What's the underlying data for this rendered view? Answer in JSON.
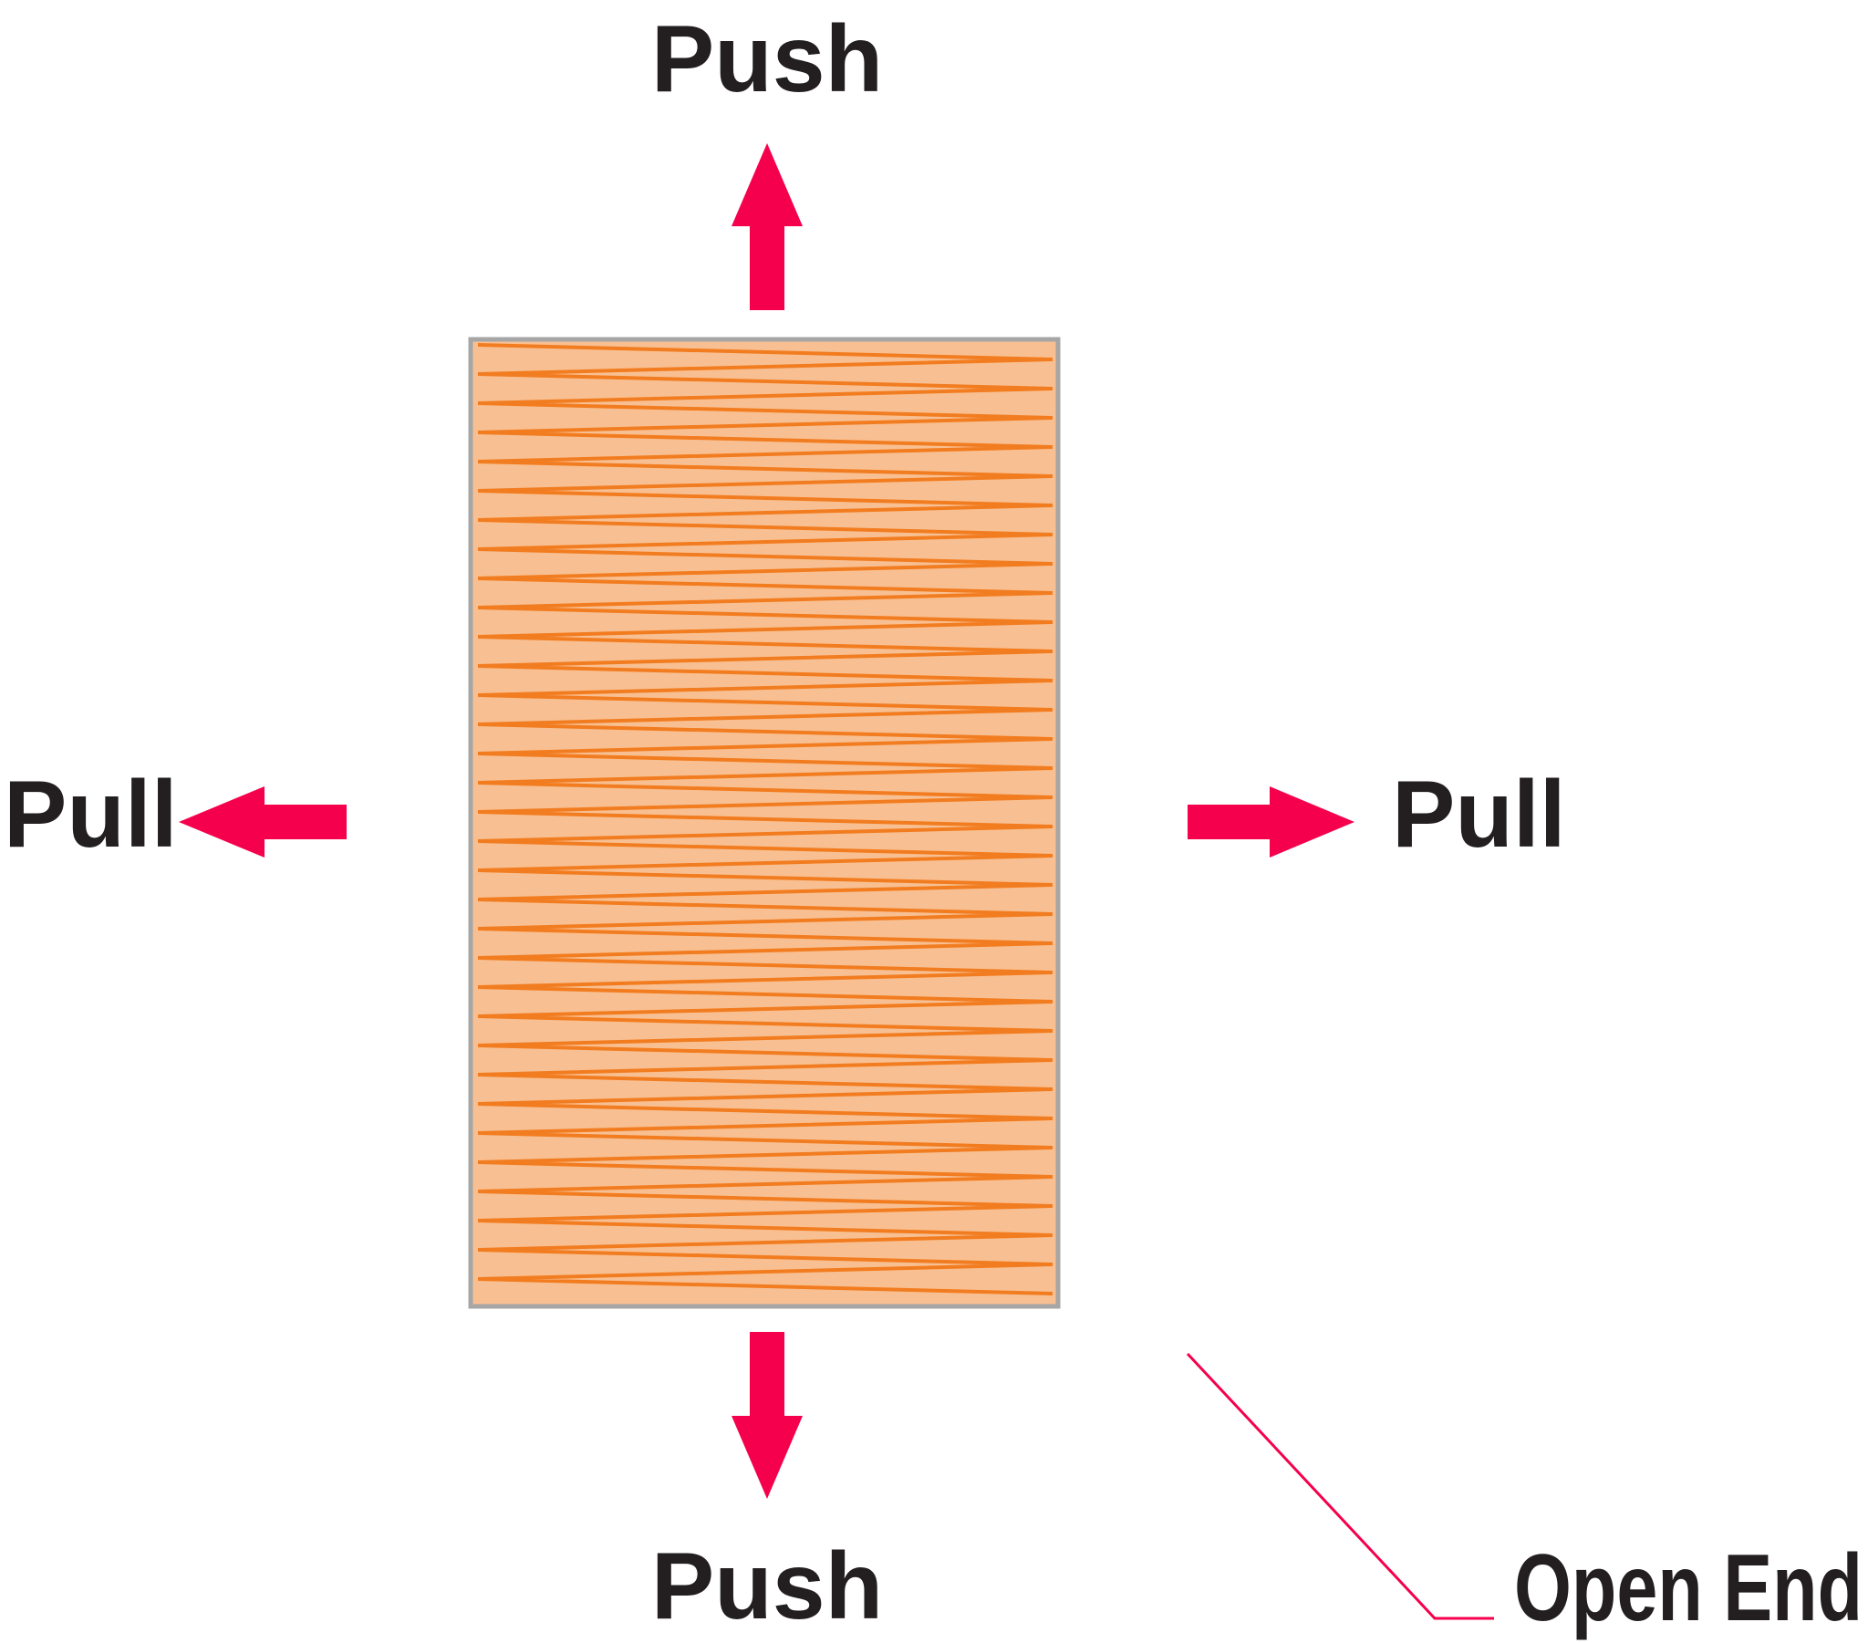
{
  "labels": {
    "top": "Push",
    "bottom": "Push",
    "left": "Pull",
    "right": "Pull",
    "callout": "Open End"
  },
  "colors": {
    "arrow": "#f5004c",
    "block_fill": "#f8c092",
    "zigzag": "#f27c20",
    "block_border": "#a6a6a6",
    "text": "#231f20"
  },
  "icons": {
    "top": "arrow-up-icon",
    "bottom": "arrow-down-icon",
    "left": "arrow-left-icon",
    "right": "arrow-right-icon"
  }
}
